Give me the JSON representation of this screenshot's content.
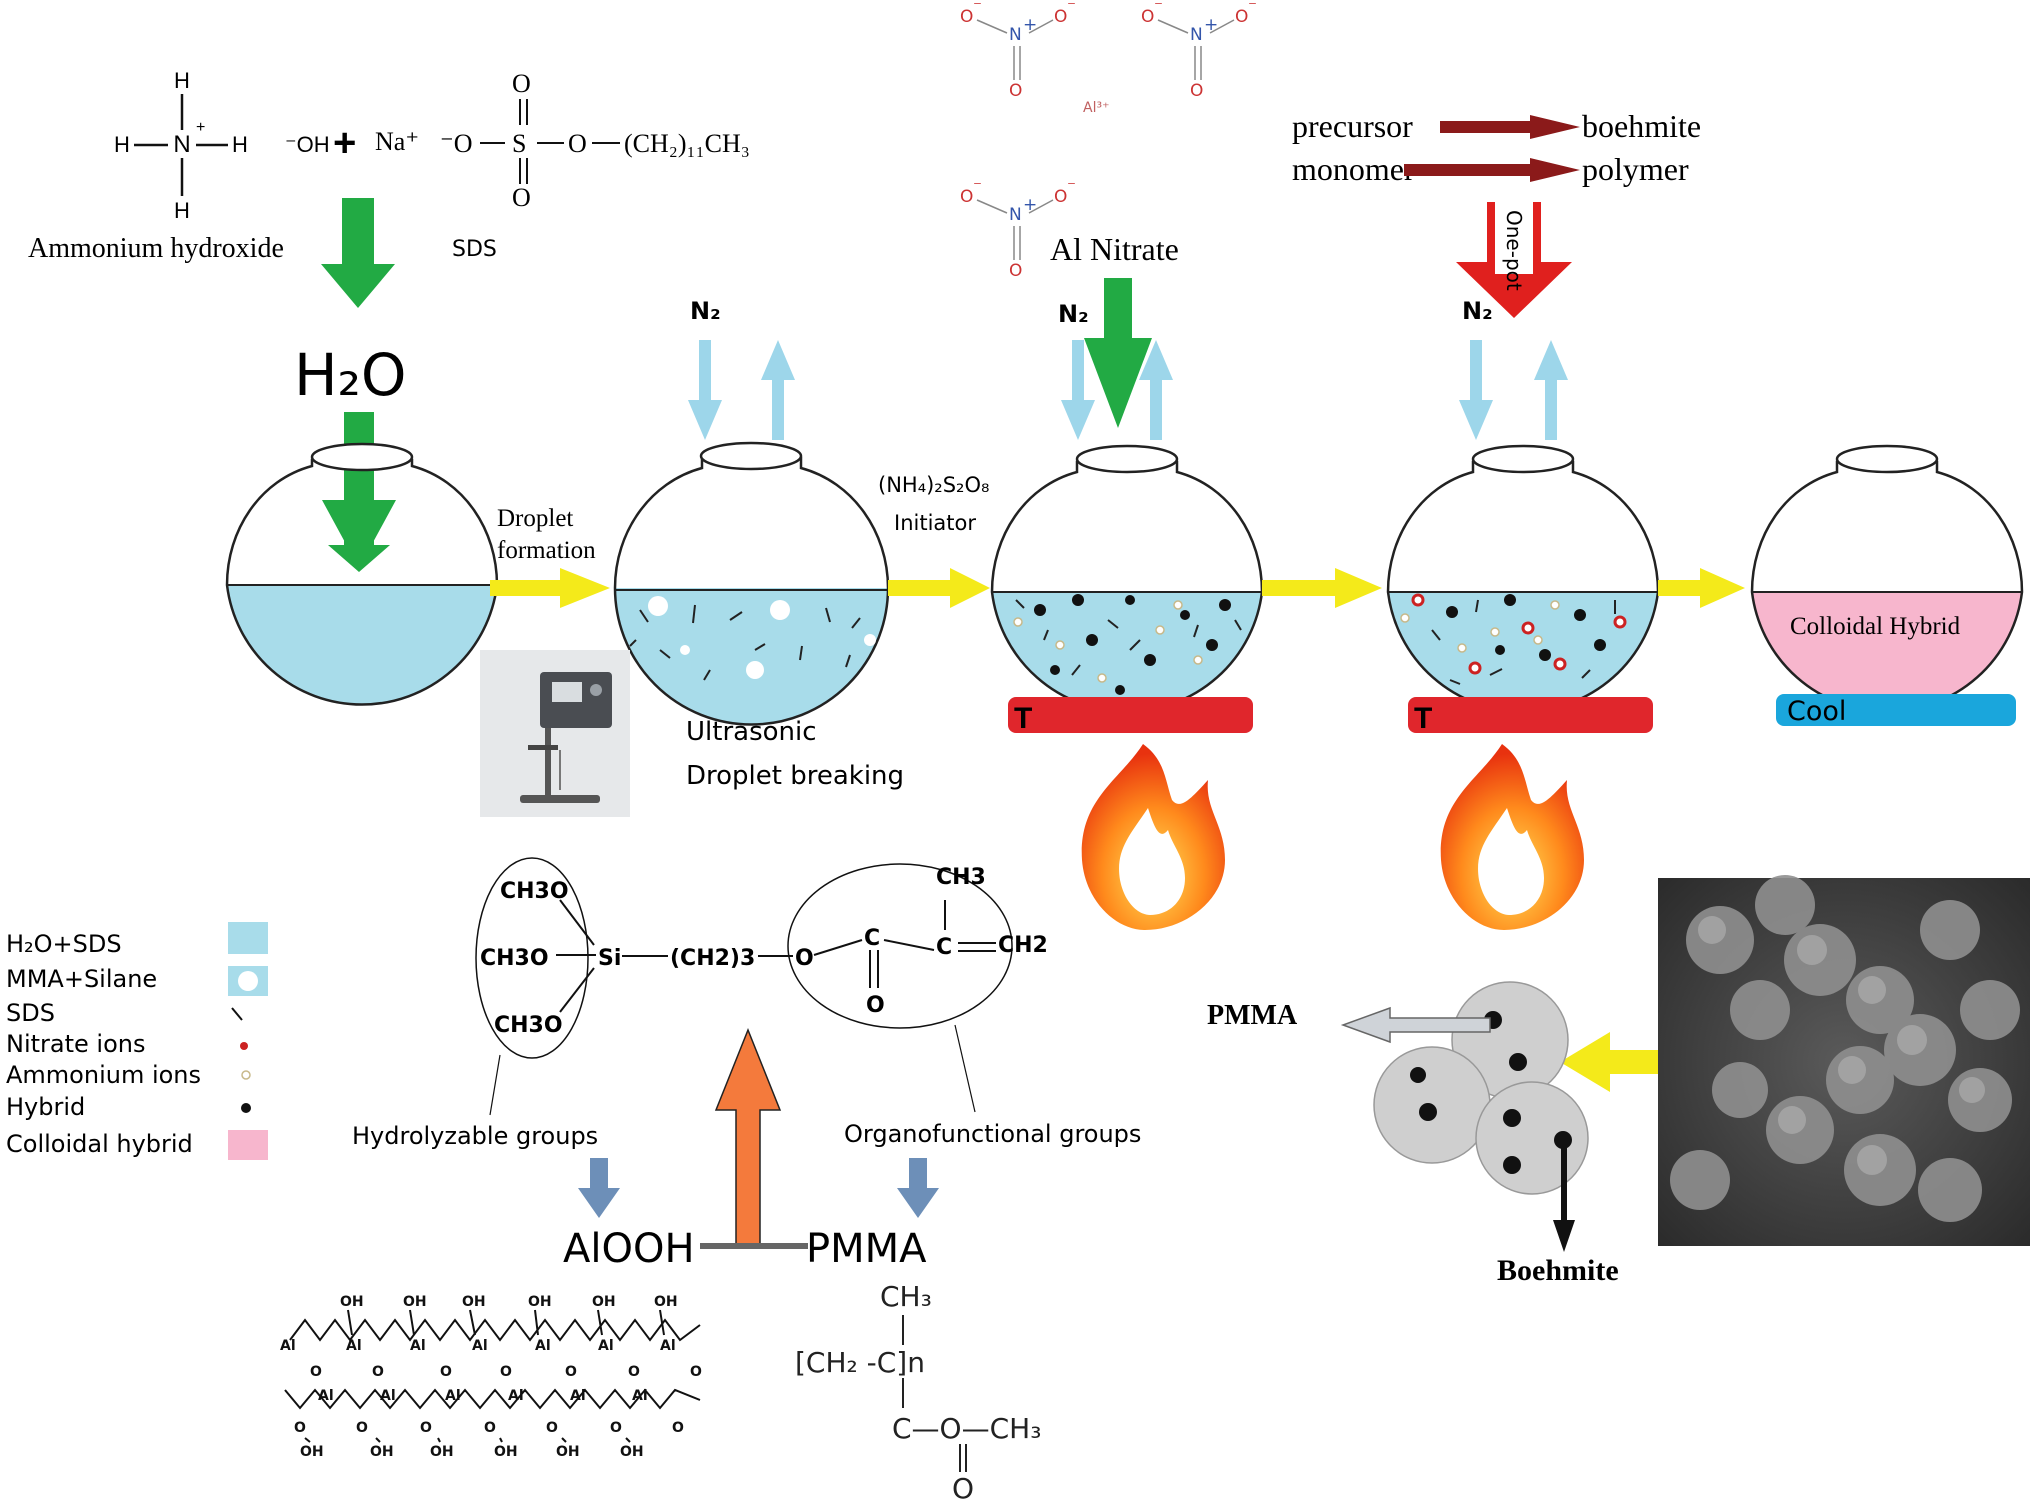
{
  "reagents": {
    "ammonium_hydroxide": "Ammonium hydroxide",
    "oh_ion": "⁻OH",
    "plus": "+",
    "sodium": "Na⁺",
    "sds_formula": "⁻O–SO₂–O–(CH₂)₁₁CH₃",
    "sds": "SDS",
    "water": "H₂O",
    "al_nitrate": "Al Nitrate",
    "al_ion": "Al³⁺",
    "nitrate_symbol": "NO₃⁻"
  },
  "process": {
    "n2": "N₂",
    "droplet_formation": [
      "Droplet",
      "formation"
    ],
    "ultrasonic": [
      "Ultrasonic",
      "Droplet breaking"
    ],
    "initiator_formula": "(NH₄)₂S₂O₈",
    "initiator": "Initiator",
    "heater_label": "T",
    "colloidal_hybrid": "Colloidal Hybrid",
    "cool": "Cool"
  },
  "pathways": {
    "precursor": "precursor",
    "boehmite_product": "boehmite",
    "monomer": "monomer",
    "polymer": "polymer",
    "one_pot": "One-pot"
  },
  "legend": [
    {
      "label": "H₂O+SDS",
      "color": "#a8dcea",
      "symbol": "box"
    },
    {
      "label": "MMA+Silane",
      "color": "#a8dcea",
      "symbol": "box-dot"
    },
    {
      "label": "SDS",
      "color": "#111111",
      "symbol": "line"
    },
    {
      "label": "Nitrate ions",
      "color": "#cc2222",
      "symbol": "dot"
    },
    {
      "label": "Ammonium ions",
      "color": "#f5efd8",
      "symbol": "ring"
    },
    {
      "label": "Hybrid",
      "color": "#111111",
      "symbol": "dot"
    },
    {
      "label": "Colloidal hybrid",
      "color": "#f7b6cd",
      "symbol": "box"
    }
  ],
  "silane": {
    "ch3o_1": "CH3O",
    "ch3o_2": "CH3O",
    "ch3o_3": "CH3O",
    "si": "Si",
    "ch2_3": "(CH2)3",
    "o_link": "O",
    "c_carbonyl": "C",
    "o_carbonyl": "O",
    "c_vinyl": "C",
    "ch3_top": "CH3",
    "ch2_end": "CH2",
    "hydrolyzable": "Hydrolyzable groups",
    "organofunctional": "Organofunctional groups",
    "alooh": "AlOOH",
    "pmma": "PMMA"
  },
  "structures": {
    "boehmite_oh": "OH",
    "boehmite_al": "Al",
    "boehmite_o": "O",
    "pmma_ch3": "CH₃",
    "pmma_chain": "[CH₂ -C]n",
    "pmma_ester": "C—O—CH₃",
    "pmma_o": "O"
  },
  "result": {
    "pmma_label": "PMMA",
    "boehmite_label": "Boehmite"
  },
  "colors": {
    "water": "#a8dcea",
    "pink": "#f7b6cd",
    "green_arrow": "#22aa44",
    "yellow_arrow": "#f4ea1a",
    "n2_arrow": "#9dd6ea",
    "dark_red_arrow": "#8b1a1a",
    "red_arrow": "#e0201e",
    "heater_red": "#e0262c",
    "cool_blue": "#1aa6dc",
    "orange_arrow": "#f47a3c",
    "slate_arrow": "#6d8fb8"
  }
}
